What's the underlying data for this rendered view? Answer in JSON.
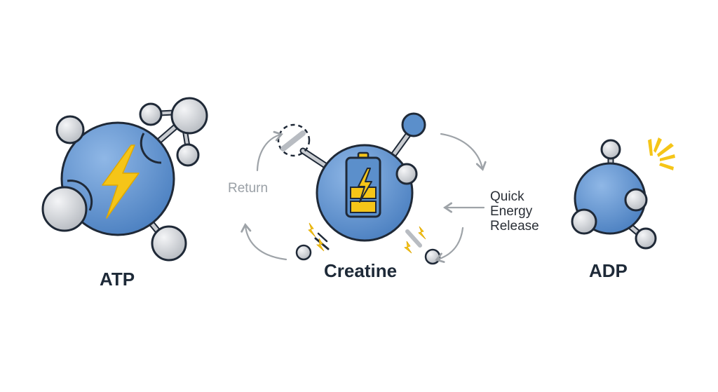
{
  "molecules": {
    "atp": {
      "label": "ATP"
    },
    "creatine": {
      "label": "Creatine"
    },
    "adp": {
      "label": "ADP"
    }
  },
  "arrows": {
    "return_label": "Return",
    "release_label_lines": [
      "Quick",
      "Energy",
      "Release"
    ]
  },
  "colors": {
    "sphere_blue": "#5b8fcb",
    "outline": "#1f2937",
    "phosphate_gray": "#c9ccd1",
    "bolt_yellow": "#f5c518",
    "arrow_gray": "#9ea3a8"
  },
  "icons": [
    "lightning-bolt-icon",
    "battery-icon",
    "sparkle-icon",
    "curved-arrow-icon"
  ]
}
